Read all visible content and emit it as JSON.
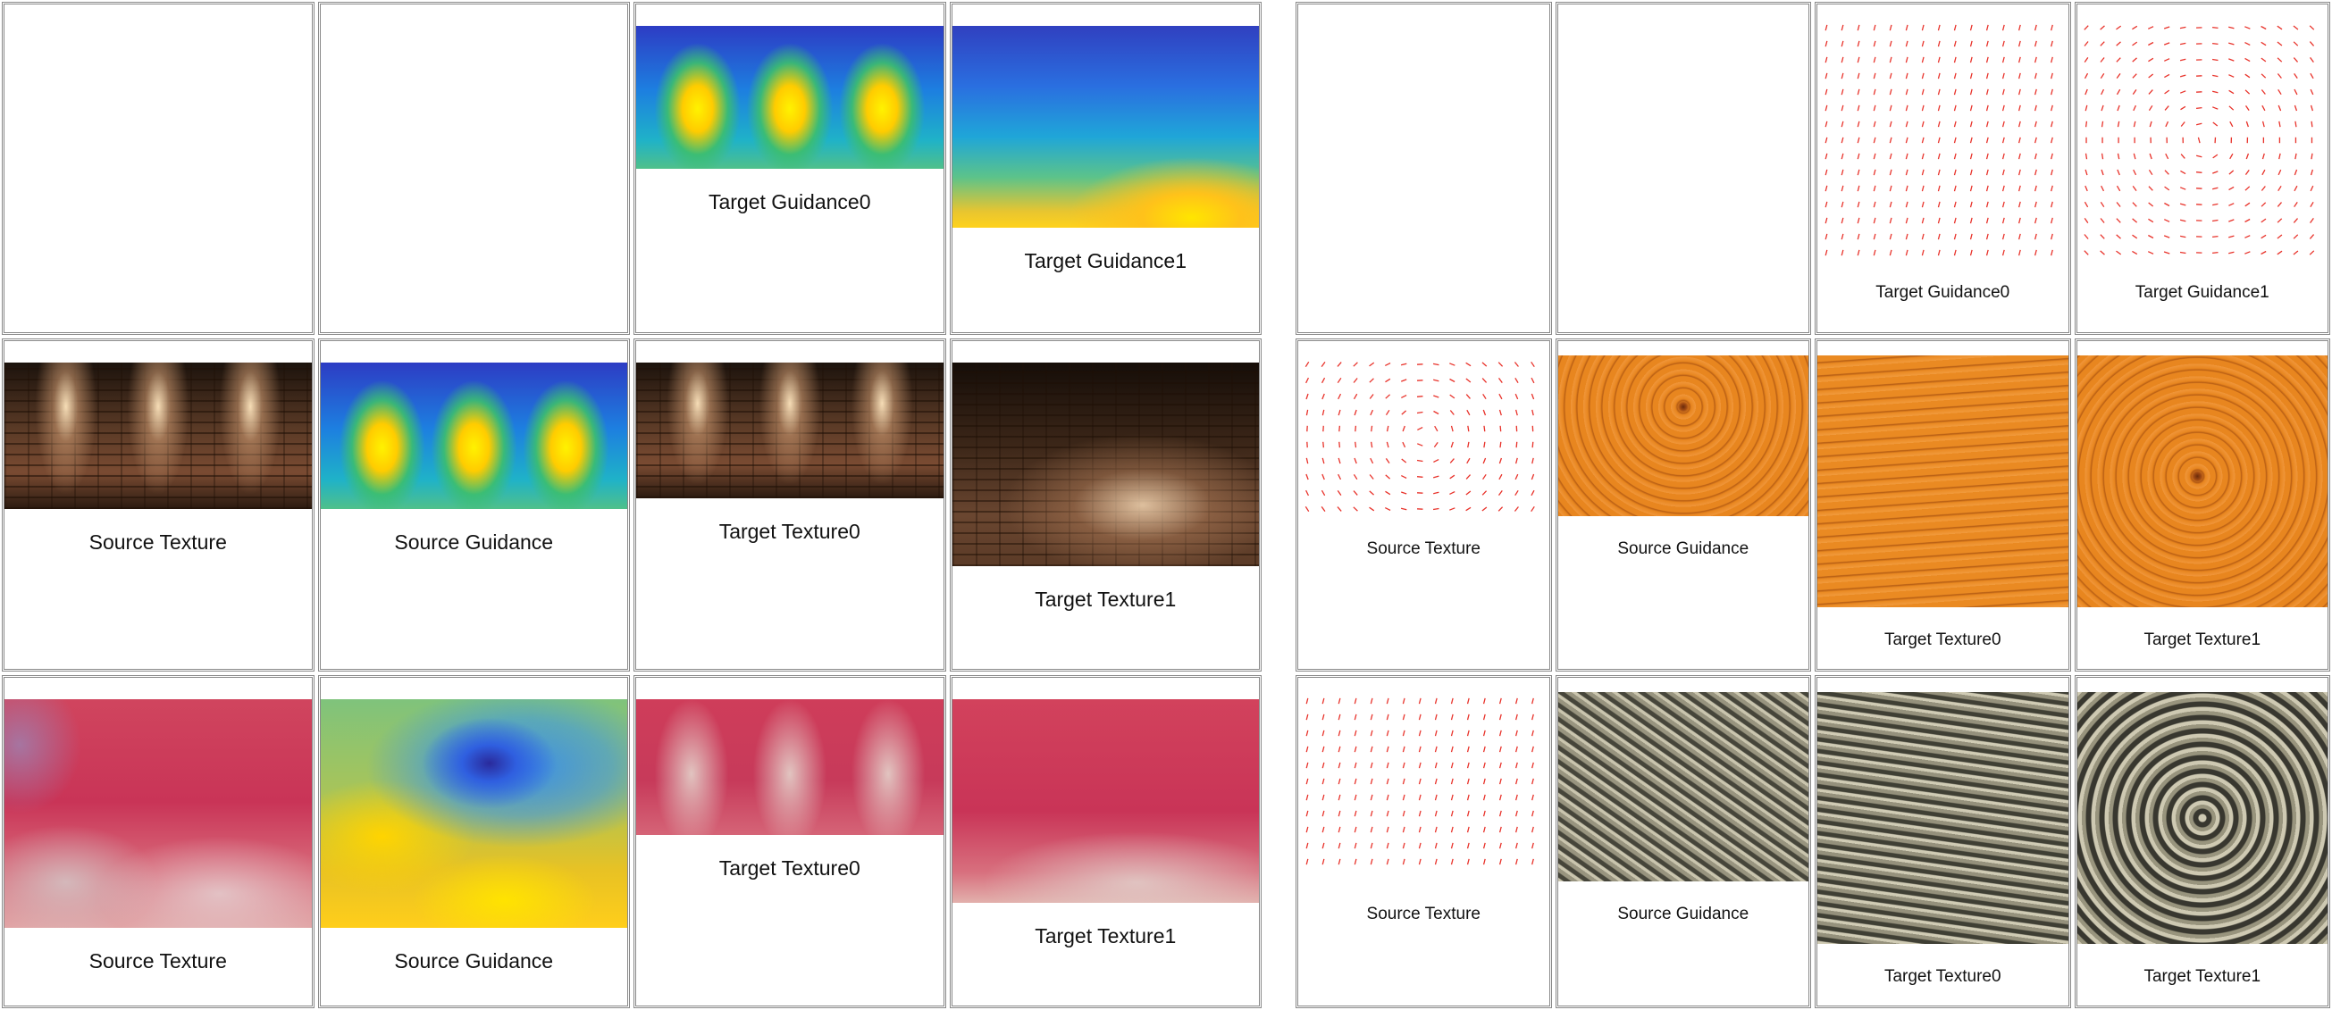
{
  "left_panel": {
    "rows": [
      {
        "cells": [
          {
            "label": "",
            "image": ""
          },
          {
            "label": "",
            "image": ""
          },
          {
            "label": "Target Guidance0",
            "image": "heatmap-three-spots"
          },
          {
            "label": "Target Guidance1",
            "image": "heatmap-gradient"
          }
        ]
      },
      {
        "cells": [
          {
            "label": "Source Texture",
            "image": "brick-wall-three-lights"
          },
          {
            "label": "Source Guidance",
            "image": "heatmap-three-spots"
          },
          {
            "label": "Target Texture0",
            "image": "brick-wall-three-lights"
          },
          {
            "label": "Target Texture1",
            "image": "brick-wall-gradient-light"
          }
        ]
      },
      {
        "cells": [
          {
            "label": "Source Texture",
            "image": "red-coral-texture"
          },
          {
            "label": "Source Guidance",
            "image": "heatmap-blob"
          },
          {
            "label": "Target Texture0",
            "image": "red-coral-three-spots"
          },
          {
            "label": "Target Texture1",
            "image": "red-coral-gradient"
          }
        ]
      }
    ]
  },
  "right_panel": {
    "rows": [
      {
        "cells": [
          {
            "label": "",
            "image": ""
          },
          {
            "label": "",
            "image": ""
          },
          {
            "label": "Target Guidance0",
            "image": "vector-field-uniform"
          },
          {
            "label": "Target Guidance1",
            "image": "vector-field-swirl"
          }
        ]
      },
      {
        "cells": [
          {
            "label": "Source Texture",
            "image": "vector-field-swirl"
          },
          {
            "label": "Source Guidance",
            "image": "wood-rings"
          },
          {
            "label": "Target Texture0",
            "image": "wood-lines"
          },
          {
            "label": "Target Texture1",
            "image": "wood-rings"
          }
        ]
      },
      {
        "cells": [
          {
            "label": "Source Texture",
            "image": "vector-field-uniform"
          },
          {
            "label": "Source Guidance",
            "image": "fur-texture"
          },
          {
            "label": "Target Texture0",
            "image": "fur-horizontal"
          },
          {
            "label": "Target Texture1",
            "image": "fur-swirl"
          }
        ]
      }
    ]
  },
  "colors": {
    "field_arrow": "#e8322a",
    "cell_border": "#888888"
  }
}
